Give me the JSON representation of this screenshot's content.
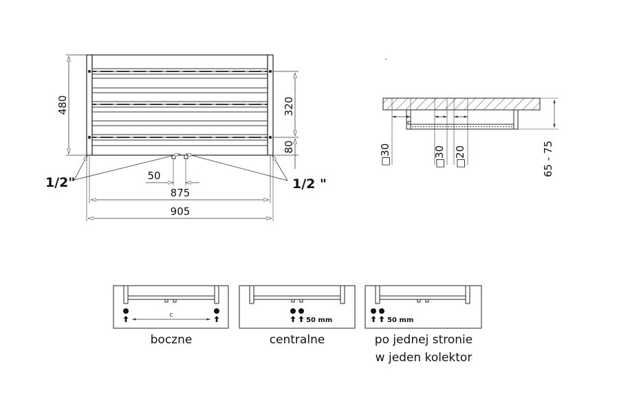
{
  "front_view": {
    "height_total": "480",
    "height_upper": "320",
    "height_lower": "80",
    "width_inner": "875",
    "width_total": "905",
    "connection_spacing": "50",
    "connection_left": "1/2\"",
    "connection_right": "1/2 \""
  },
  "side_view": {
    "profile_1": "□30",
    "profile_2": "□30",
    "profile_3": "□20",
    "ceiling_distance": "65 - 75"
  },
  "connections": [
    {
      "label": "boczne",
      "spacing": "c"
    },
    {
      "label": "centralne",
      "spacing": "50 mm"
    },
    {
      "label_line1": "po jednej stronie",
      "label_line2": "w jeden kolektor",
      "spacing": "50 mm"
    }
  ]
}
